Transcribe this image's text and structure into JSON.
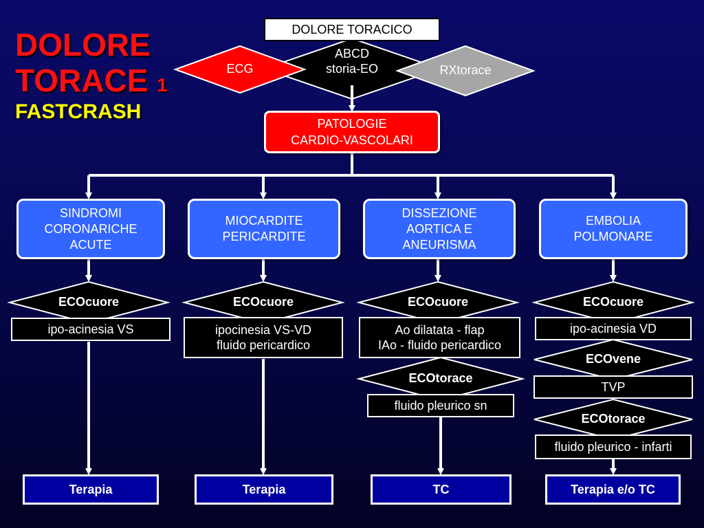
{
  "title": {
    "line1": "DOLORE",
    "line2": "TORACE",
    "line2_num": "1",
    "line3": "FASTCRASH"
  },
  "top_box": "DOLORE TORACICO",
  "center_diamond": {
    "line1": "ABCD",
    "line2": "storia-EO"
  },
  "ecg": "ECG",
  "rx": "RXtorace",
  "pathology_box": {
    "line1": "PATOLOGIE",
    "line2": "CARDIO-VASCOLARI"
  },
  "columns": [
    {
      "category": [
        "SINDROMI",
        "CORONARICHE",
        "ACUTE"
      ],
      "steps": [
        {
          "exam": "ECOcuore",
          "finding": [
            "ipo-acinesia VS"
          ]
        }
      ],
      "outcome": "Terapia"
    },
    {
      "category": [
        "MIOCARDITE",
        "PERICARDITE"
      ],
      "steps": [
        {
          "exam": "ECOcuore",
          "finding": [
            "ipocinesia VS-VD",
            "fluido pericardico"
          ]
        }
      ],
      "outcome": "Terapia"
    },
    {
      "category": [
        "DISSEZIONE",
        "AORTICA E",
        "ANEURISMA"
      ],
      "steps": [
        {
          "exam": "ECOcuore",
          "finding": [
            "Ao dilatata - flap",
            "IAo - fluido pericardico"
          ]
        },
        {
          "exam": "ECOtorace",
          "finding": [
            "fluido pleurico sn"
          ]
        }
      ],
      "outcome": "TC"
    },
    {
      "category": [
        "EMBOLIA",
        "POLMONARE"
      ],
      "steps": [
        {
          "exam": "ECOcuore",
          "finding": [
            "ipo-acinesia VD"
          ]
        },
        {
          "exam": "ECOvene",
          "finding": [
            "TVP"
          ]
        },
        {
          "exam": "ECOtorace",
          "finding": [
            "fluido pleurico - infarti"
          ]
        }
      ],
      "outcome": "Terapia e/o TC"
    }
  ],
  "colors": {
    "red": "#ff0000",
    "blue_box": "#3366ff",
    "navy_box": "#0000a0",
    "title_red": "#ff1010",
    "title_yellow": "#ffff00",
    "rx_gray": "#a6a6a6"
  }
}
